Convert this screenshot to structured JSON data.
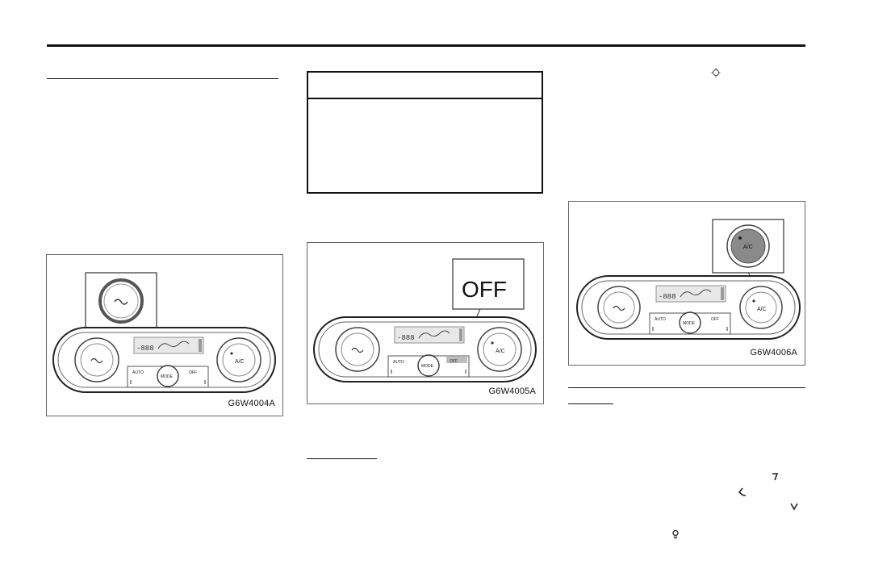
{
  "figures": [
    {
      "id": "G6W4004A",
      "label": "G6W4004A"
    },
    {
      "id": "G6W4005A",
      "label": "G6W4005A",
      "callout_text": "OFF"
    },
    {
      "id": "G6W4006A",
      "label": "G6W4006A"
    }
  ],
  "panel": {
    "auto": "AUTO",
    "mode": "MODE",
    "off": "OFF",
    "ac": "A/C"
  },
  "colors": {
    "ink": "#111111",
    "frame": "#666666",
    "ac_knob_fill": "#8a8a8a",
    "display_fill": "#e8e8e8"
  },
  "icons": [
    "snowflake-icon",
    "vent-face-icon",
    "vent-bilevel-icon",
    "vent-floor-icon",
    "defrost-floor-icon"
  ]
}
